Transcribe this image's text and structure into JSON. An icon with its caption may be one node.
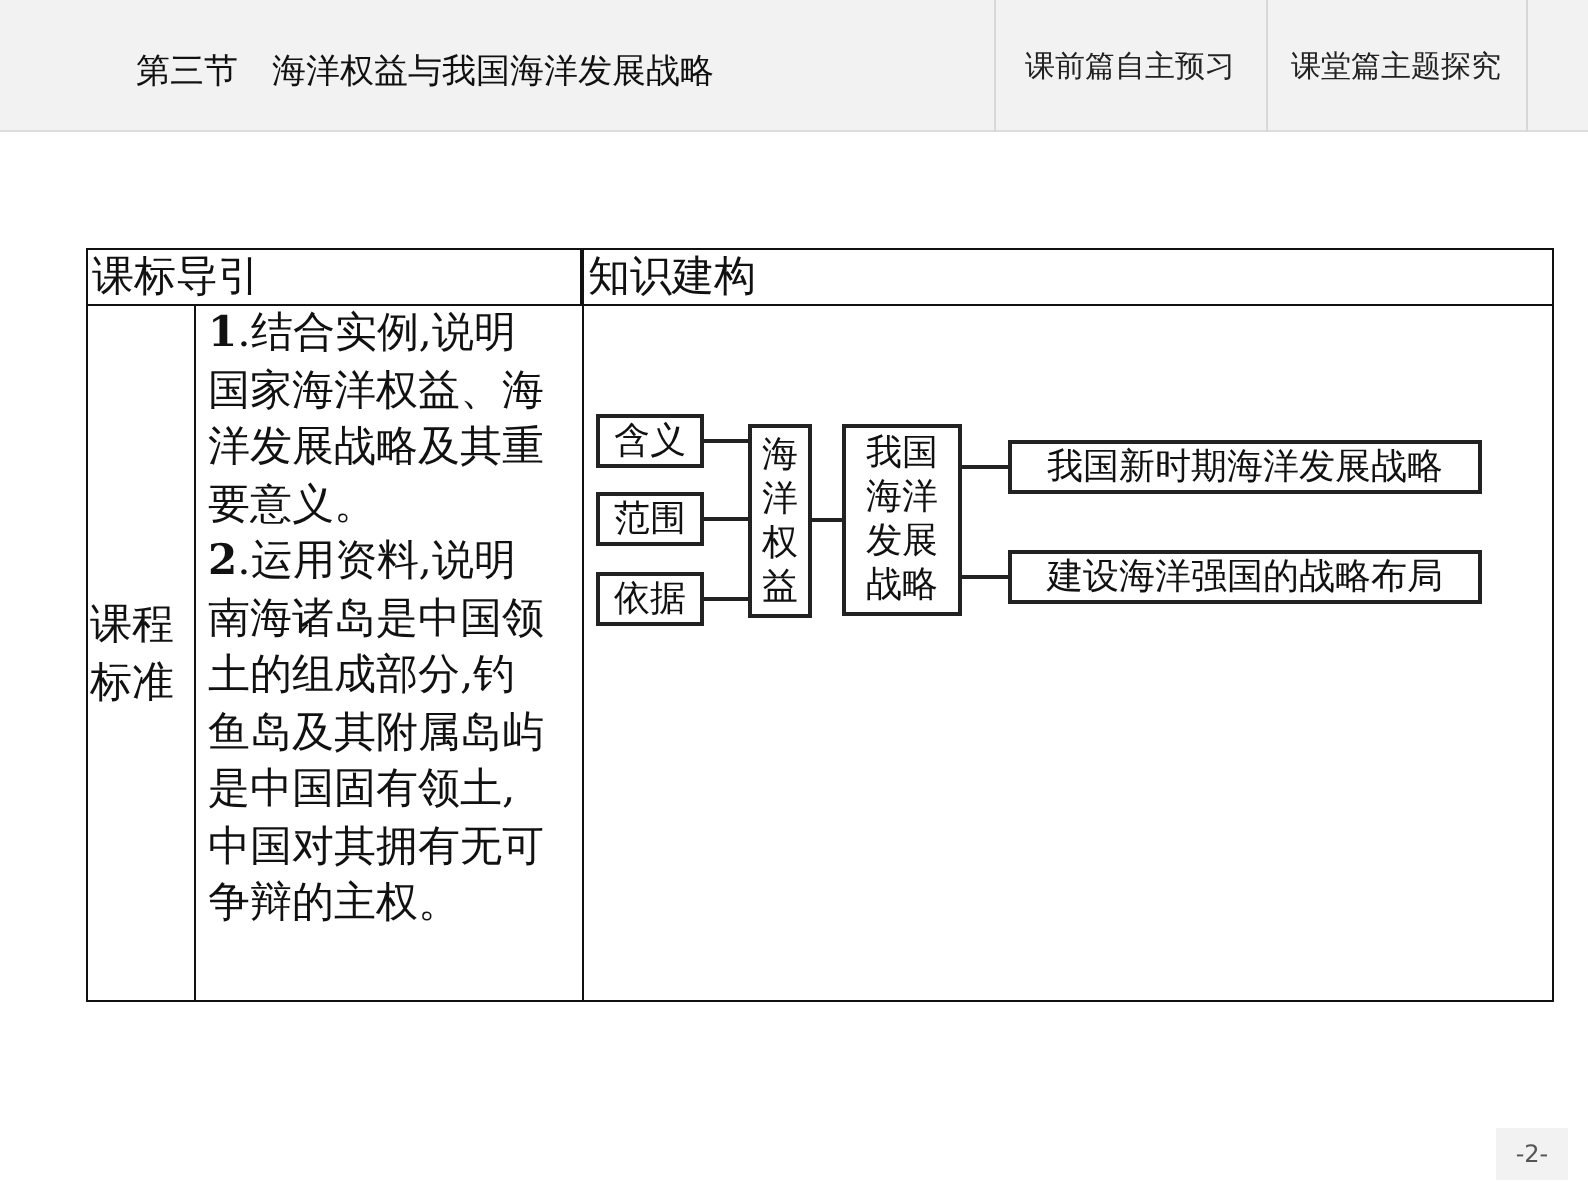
{
  "diagram": {
    "title": "第三节　海洋权益与我国海洋发展战略",
    "nodes": [
      {
        "text": [
          "含义"
        ]
      },
      {
        "text": [
          "范围"
        ]
      },
      {
        "text": [
          "依据"
        ]
      },
      {
        "text": [
          "海洋权益"
        ]
      },
      {
        "text": [
          "我国海洋发展战略"
        ]
      },
      {
        "text": [
          "我国新时期海洋发展战略"
        ]
      },
      {
        "text": [
          "建设海洋强国的战略布局"
        ]
      }
    ],
    "edges": [
      {
        "from": 0,
        "to": 3,
        "arrow": "none"
      },
      {
        "from": 1,
        "to": 3,
        "arrow": "none"
      },
      {
        "from": 2,
        "to": 3,
        "arrow": "none"
      },
      {
        "from": 3,
        "to": 4,
        "arrow": "none"
      },
      {
        "from": 4,
        "to": 5,
        "arrow": "none"
      },
      {
        "from": 4,
        "to": 6,
        "arrow": "none"
      }
    ],
    "labels": [
      "课前篇自主预习",
      "课堂篇主题探究",
      "课标导引",
      "知识建构",
      "课程标准",
      "**1**.结合实例,说明国家海洋权益、海洋发展战略及其重要意义。",
      "**2**.运用资料,说明南海诸岛是中国领土的组成部分,钓鱼岛及其附属岛屿是中国固有领土,中国对其拥有无可争辩的主权。",
      "-2-"
    ]
  }
}
